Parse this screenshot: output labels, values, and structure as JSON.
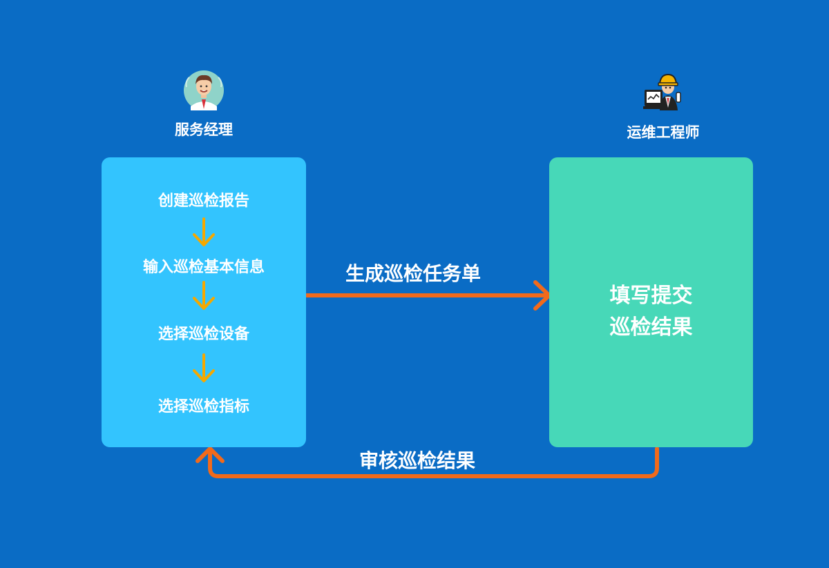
{
  "actors": {
    "manager": {
      "label": "服务经理",
      "icon": "manager-avatar-icon"
    },
    "engineer": {
      "label": "运维工程师",
      "icon": "engineer-hardhat-icon"
    }
  },
  "manager_box": {
    "steps": [
      "创建巡检报告",
      "输入巡检基本信息",
      "选择巡检设备",
      "选择巡检指标"
    ]
  },
  "engineer_box": {
    "lines": [
      "填写提交",
      "巡检结果"
    ]
  },
  "flows": {
    "generate": "生成巡检任务单",
    "review": "审核巡检结果"
  },
  "colors": {
    "background": "#0a6cc5",
    "manager_box": "#33c4fe",
    "engineer_box": "#47d8b8",
    "step_arrow": "#f5a800",
    "flow_arrow": "#f26a1b"
  }
}
